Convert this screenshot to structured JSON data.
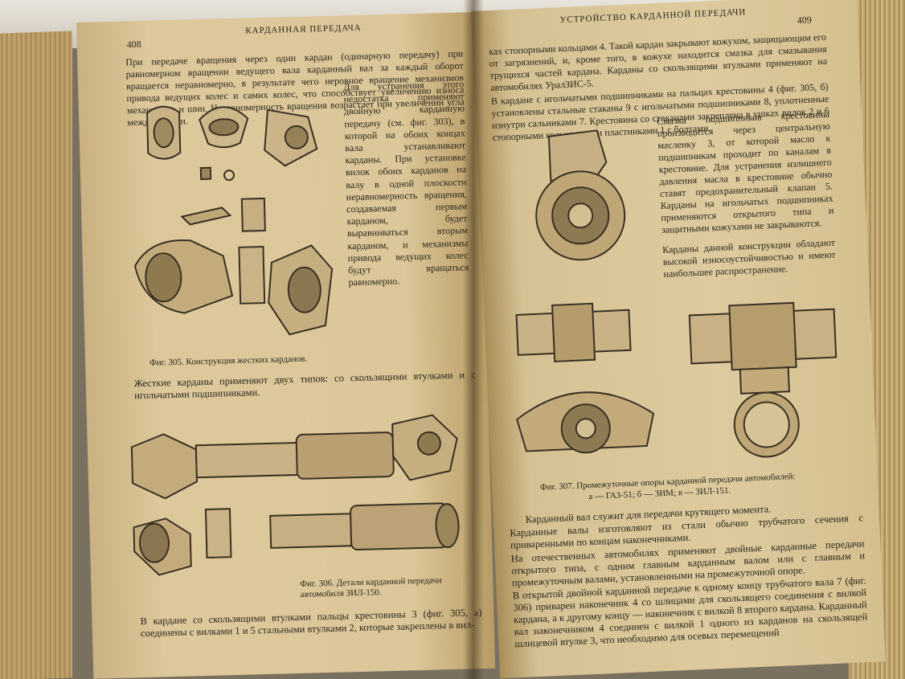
{
  "left_page": {
    "header": "КАРДАННАЯ ПЕРЕДАЧА",
    "page_number": "408",
    "intro": "При передаче вращения через один кардан (одинарную передачу) при равномерном вращении ведущего вала карданный вал за каждый оборот вращается неравномерно, в результате чего неровное вращение механизмов привода ведущих колес и самих колес, что способствует увеличению износа механизмов и шин. Неравномерность вращения возрастает при увеличении угла между валами.",
    "para2": "Для устранения этого недостатка применяют двойную карданную передачу (см. фиг. 303), в которой на обоих концах вала устанавливают карданы. При установке вилок обоих карданов на валу в одной плоскости неравномерность вращения, создаваемая первым карданом, будет выравниваться вторым карданом, и механизмы привода ведущих колес будут вращаться равномерно.",
    "fig305_caption": "Фиг. 305. Конструкция жестких карданов.",
    "para3": "Жесткие карданы применяют двух типов: со скользящими втулками и с игольчатыми подшипниками.",
    "fig306_caption": "Фиг. 306. Детали карданной передачи автомобиля ЗИЛ-150.",
    "para4": "В кардане со скользящими втулками пальцы крестовины 3 (фиг. 305, а) соединены с вилками 1 и 5 стальными втулками 2, которые закреплены в вил-"
  },
  "right_page": {
    "header": "УСТРОЙСТВО КАРДАННОЙ ПЕРЕДАЧИ",
    "page_number": "409",
    "para1": "ках стопорными кольцами 4. Такой кардан закрывают кожухом, защищающим его от загрязнений, и, кроме того, в кожухе находится смазка для смазывания трущихся частей кардана. Карданы со скользящими втулками применяют на автомобилях УралЗИС-5.",
    "para2": "В кардане с игольчатыми подшипниками на пальцах крестовины 4 (фиг. 305, б) установлены стальные стаканы 9 с игольчатыми подшипниками 8, уплотненные изнутри сальниками 7. Крестовина со стаканами закреплена в ушках вилок 2 и 6 стопорными кольцами или пластинками 1 с болтами.",
    "para3": "Смазка подшипников крестовины производится через центральную масленку 3, от которой масло к подшипникам проходит по каналам в крестовине. Для устранения излишнего давления масла в крестовине обычно ставят предохранительный клапан 5. Карданы на игольчатых подшипниках применяются открытого типа и защитными кожухами не закрываются.",
    "para4": "Карданы данной конструкции обладают высокой износоустойчивостью и имеют наибольшее распространение.",
    "fig307_caption_line1": "Фиг. 307. Промежуточные опоры карданной передачи автомобилей:",
    "fig307_caption_line2": "а — ГАЗ-51; б — ЗИМ; в — ЗИЛ-151.",
    "para5": "Карданный вал служит для передачи крутящего момента.",
    "para6": "Карданные валы изготовляют из стали обычно трубчатого сечения с приваренными по концам наконечниками.",
    "para7": "На отечественных автомобилях применяют двойные карданные передачи открытого типа, с одним главным карданным валом или с главным и промежуточным валами, установленными на промежуточной опоре.",
    "para8": "В открытой двойной карданной передаче к одному концу трубчатого вала 7 (фиг. 306) приварен наконечник 4 со шлицами для скользящего соединения с вилкой кардана, а к другому концу — наконечник с вилкой 8 второго кардана. Карданный вал наконечником 4 соединен с вилкой 1 одного из карданов на скользящей шлицевой втулке 3, что необходимо для осевых перемещений"
  },
  "colors": {
    "paper": "#dcc89b",
    "ink": "#2a241a",
    "background": "#7a7060"
  }
}
